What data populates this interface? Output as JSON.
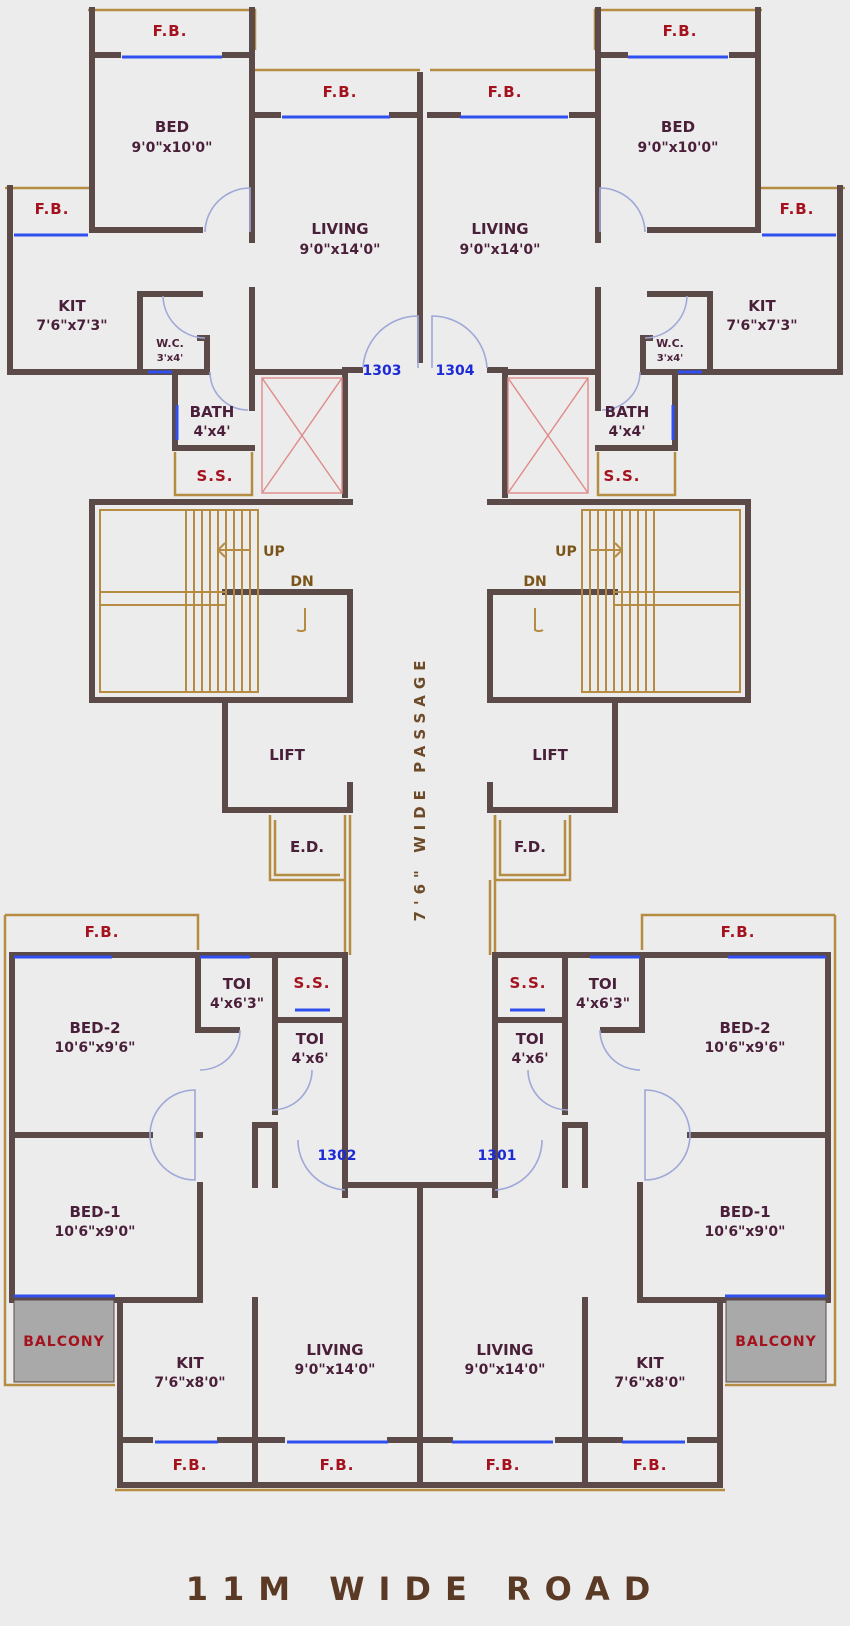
{
  "units": {
    "top_left": {
      "bed": "BED",
      "bed_size": "9'0\"x10'0\"",
      "living": "LIVING",
      "living_size": "9'0\"x14'0\"",
      "kit": "KIT",
      "kit_size": "7'6\"x7'3\"",
      "wc": "W.C.",
      "wc_size": "3'x4'",
      "bath": "BATH",
      "bath_size": "4'x4'",
      "ss": "S.S.",
      "flat_no": "1303"
    },
    "top_right": {
      "bed": "BED",
      "bed_size": "9'0\"x10'0\"",
      "living": "LIVING",
      "living_size": "9'0\"x14'0\"",
      "kit": "KIT",
      "kit_size": "7'6\"x7'3\"",
      "wc": "W.C.",
      "wc_size": "3'x4'",
      "bath": "BATH",
      "bath_size": "4'x4'",
      "ss": "S.S.",
      "flat_no": "1304"
    },
    "bottom_left": {
      "bed2": "BED-2",
      "bed2_size": "10'6\"x9'6\"",
      "bed1": "BED-1",
      "bed1_size": "10'6\"x9'0\"",
      "toi_a": "TOI",
      "toi_a_size": "4'x6'3\"",
      "toi_b": "TOI",
      "toi_b_size": "4'x6'",
      "ss": "S.S.",
      "kit": "KIT",
      "kit_size": "7'6\"x8'0\"",
      "living": "LIVING",
      "living_size": "9'0\"x14'0\"",
      "balcony": "BALCONY",
      "flat_no": "1302"
    },
    "bottom_right": {
      "bed2": "BED-2",
      "bed2_size": "10'6\"x9'6\"",
      "bed1": "BED-1",
      "bed1_size": "10'6\"x9'0\"",
      "toi_a": "TOI",
      "toi_a_size": "4'x6'3\"",
      "toi_b": "TOI",
      "toi_b_size": "4'x6'",
      "ss": "S.S.",
      "kit": "KIT",
      "kit_size": "7'6\"x8'0\"",
      "living": "LIVING",
      "living_size": "9'0\"x14'0\"",
      "balcony": "BALCONY",
      "flat_no": "1301"
    }
  },
  "fb": "F.B.",
  "stairs": {
    "up": "UP",
    "dn": "DN"
  },
  "core": {
    "lift_left": "LIFT",
    "lift_right": "LIFT",
    "ed": "E.D.",
    "fd": "F.D."
  },
  "passage": "7'6\" WIDE PASSAGE",
  "road": "11M WIDE ROAD",
  "colors": {
    "wall": "#5b4a47",
    "ledge": "#b58c42",
    "window": "#2f4ff0",
    "room_text": "#4a1f3a",
    "fb_text": "#a5121e",
    "flat_text": "#1c2bd6"
  }
}
